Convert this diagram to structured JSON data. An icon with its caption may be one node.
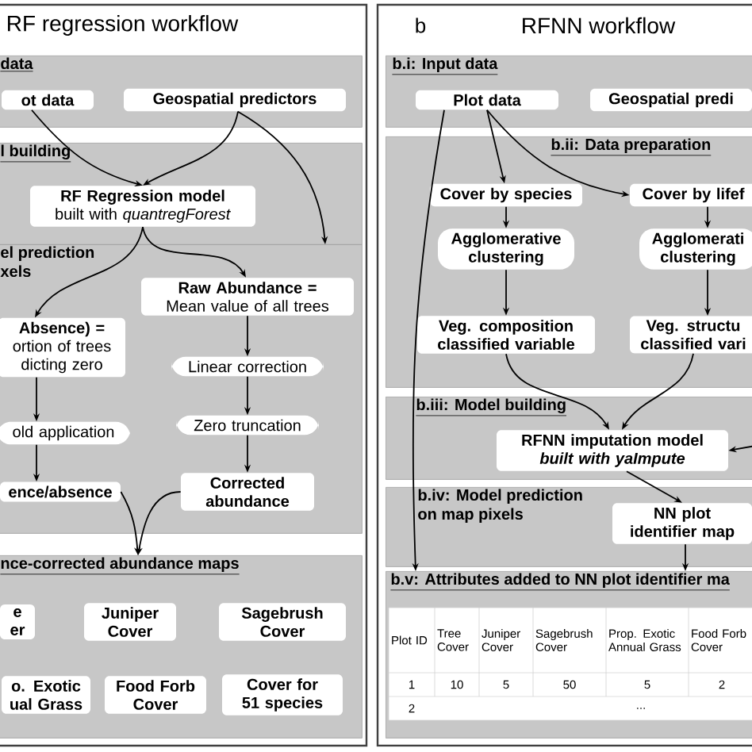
{
  "diagram": {
    "nodes": [
      {
        "text": [
          "data"
        ]
      },
      {
        "text": [
          "ot data"
        ],
        "in": 0
      },
      {
        "text": [
          "Geospatial predictors"
        ],
        "in": 0
      },
      {
        "text": [
          "l building"
        ]
      },
      {
        "text": [
          "RF Regression model",
          "built with *quantregForest*"
        ],
        "in": 3
      },
      {
        "text": [
          "el prediction xels"
        ]
      },
      {
        "text": [
          "Absence) =",
          "ortion of trees dicting zero"
        ],
        "in": 5
      },
      {
        "text": [
          "Raw Abundance =",
          "Mean value of all trees"
        ],
        "in": 5
      },
      {
        "text": [
          "Linear correction"
        ],
        "in": 5
      },
      {
        "text": [
          "old application"
        ],
        "in": 5
      },
      {
        "text": [
          "Zero truncation"
        ],
        "in": 5
      },
      {
        "text": [
          "ence/absence"
        ],
        "in": 5
      },
      {
        "text": [
          "Corrected abundance"
        ],
        "in": 5
      },
      {
        "text": [
          "nce-corrected abundance maps"
        ]
      },
      {
        "text": [
          "e er"
        ],
        "in": 13
      },
      {
        "text": [
          "Juniper Cover"
        ],
        "in": 13
      },
      {
        "text": [
          "Sagebrush Cover"
        ],
        "in": 13
      },
      {
        "text": [
          "o. Exotic ual Grass"
        ],
        "in": 13
      },
      {
        "text": [
          "Food Forb Cover"
        ],
        "in": 13
      },
      {
        "text": [
          "Cover for 51 species"
        ],
        "in": 13
      },
      {
        "text": [
          "b.i: Input data"
        ]
      },
      {
        "text": [
          "Plot data"
        ],
        "in": 20
      },
      {
        "text": [
          "Geospatial predi"
        ],
        "in": 20
      },
      {
        "text": [
          "b.ii: Data preparation"
        ]
      },
      {
        "text": [
          "Cover by species"
        ],
        "in": 23
      },
      {
        "text": [
          "Cover by lifef"
        ],
        "in": 23
      },
      {
        "text": [
          "Agglomerative clustering"
        ],
        "in": 23
      },
      {
        "text": [
          "Agglomerati clustering"
        ],
        "in": 23
      },
      {
        "text": [
          "Veg. composition classified variable"
        ],
        "in": 23
      },
      {
        "text": [
          "Veg. structu classified vari"
        ],
        "in": 23
      },
      {
        "text": [
          "b.iii: Model building"
        ]
      },
      {
        "text": [
          "RFNN imputation model",
          "built with yaImpute"
        ],
        "in": 30
      },
      {
        "text": [
          "b.iv: Model prediction on map pixels"
        ]
      },
      {
        "text": [
          "NN plot identifier map"
        ],
        "in": 32
      },
      {
        "text": [
          "b.v: Attributes added to NN plot identifier ma"
        ]
      }
    ],
    "edges": [
      {
        "from": 1,
        "to": 4,
        "arrow": "to"
      },
      {
        "from": 2,
        "to": 4,
        "arrow": "to"
      },
      {
        "from": 2,
        "to": 5,
        "arrow": "to"
      },
      {
        "from": 4,
        "to": 6,
        "arrow": "to"
      },
      {
        "from": 4,
        "to": 7,
        "arrow": "to"
      },
      {
        "from": 6,
        "to": 9,
        "arrow": "to"
      },
      {
        "from": 9,
        "to": 11,
        "arrow": "to"
      },
      {
        "from": 7,
        "to": 8,
        "arrow": "to"
      },
      {
        "from": 8,
        "to": 10,
        "arrow": "to"
      },
      {
        "from": 10,
        "to": 12,
        "arrow": "to"
      },
      {
        "from": 11,
        "to": 13,
        "arrow": "to"
      },
      {
        "from": 12,
        "to": 13,
        "arrow": "to"
      },
      {
        "from": 21,
        "to": 24,
        "arrow": "to"
      },
      {
        "from": 21,
        "to": 25,
        "arrow": "to"
      },
      {
        "from": 21,
        "to": 34,
        "arrow": "to"
      },
      {
        "from": 24,
        "to": 26,
        "arrow": "to"
      },
      {
        "from": 26,
        "to": 28,
        "arrow": "to"
      },
      {
        "from": 25,
        "to": 27,
        "arrow": "to"
      },
      {
        "from": 27,
        "to": 29,
        "arrow": "to"
      },
      {
        "from": 28,
        "to": 31,
        "arrow": "to"
      },
      {
        "from": 29,
        "to": 31,
        "arrow": "to"
      },
      {
        "from": null,
        "to": 31,
        "arrow": "to"
      },
      {
        "from": 31,
        "to": 33,
        "arrow": "to"
      },
      {
        "from": 33,
        "to": 34,
        "arrow": "to"
      }
    ],
    "labels": [
      "RF regression workflow",
      "b",
      "RFNN workflow",
      "Plot ID",
      "Tree Cover",
      "Juniper Cover",
      "Sagebrush Cover",
      "Prop. Exotic Annual Grass",
      "Food Forb Cover",
      "1",
      "10",
      "5",
      "50",
      "5",
      "2",
      "2",
      "..."
    ]
  }
}
